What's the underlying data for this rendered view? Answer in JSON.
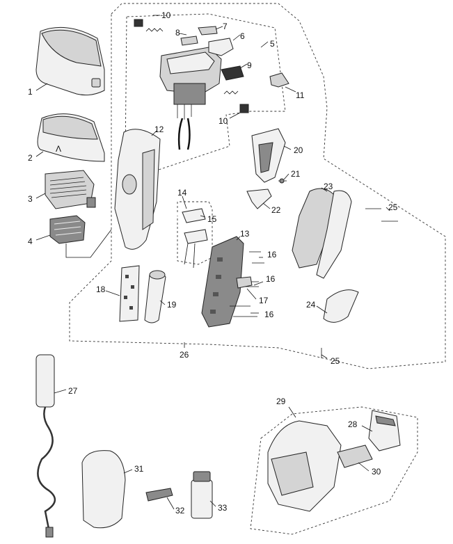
{
  "parts": [
    {
      "id": "p1",
      "label": "1"
    },
    {
      "id": "p2",
      "label": "2"
    },
    {
      "id": "p3",
      "label": "3"
    },
    {
      "id": "p4",
      "label": "4"
    },
    {
      "id": "p5",
      "label": "5"
    },
    {
      "id": "p6",
      "label": "6"
    },
    {
      "id": "p7",
      "label": "7"
    },
    {
      "id": "p8",
      "label": "8"
    },
    {
      "id": "p9",
      "label": "9"
    },
    {
      "id": "p10a",
      "label": "10"
    },
    {
      "id": "p10b",
      "label": "10"
    },
    {
      "id": "p11",
      "label": "11"
    },
    {
      "id": "p12",
      "label": "12"
    },
    {
      "id": "p13",
      "label": "13"
    },
    {
      "id": "p14",
      "label": "14"
    },
    {
      "id": "p15",
      "label": "15"
    },
    {
      "id": "p16a",
      "label": "16"
    },
    {
      "id": "p16b",
      "label": "16"
    },
    {
      "id": "p16c",
      "label": "16"
    },
    {
      "id": "p17",
      "label": "17"
    },
    {
      "id": "p18",
      "label": "18"
    },
    {
      "id": "p19",
      "label": "19"
    },
    {
      "id": "p20",
      "label": "20"
    },
    {
      "id": "p21",
      "label": "21"
    },
    {
      "id": "p22",
      "label": "22"
    },
    {
      "id": "p23",
      "label": "23"
    },
    {
      "id": "p24",
      "label": "24"
    },
    {
      "id": "p25a",
      "label": "25"
    },
    {
      "id": "p25b",
      "label": "25"
    },
    {
      "id": "p26",
      "label": "26"
    },
    {
      "id": "p27",
      "label": "27"
    },
    {
      "id": "p28",
      "label": "28"
    },
    {
      "id": "p29",
      "label": "29"
    },
    {
      "id": "p30",
      "label": "30"
    },
    {
      "id": "p31",
      "label": "31"
    },
    {
      "id": "p32",
      "label": "32"
    },
    {
      "id": "p33",
      "label": "33"
    }
  ],
  "marks": {
    "frame_logo": "Λ"
  }
}
